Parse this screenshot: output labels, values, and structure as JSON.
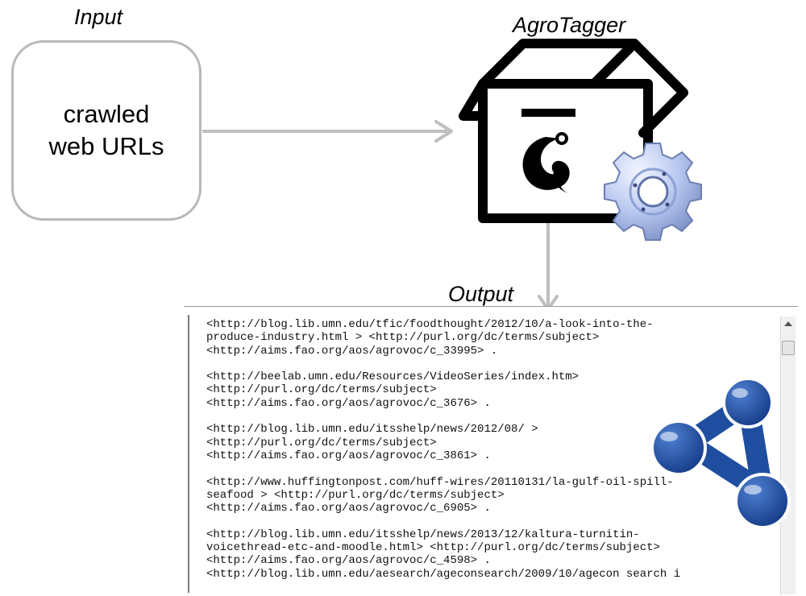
{
  "labels": {
    "input": "Input",
    "tool": "AgroTagger",
    "output": "Output"
  },
  "input_box": {
    "lines": [
      "crawled",
      "web URLs"
    ]
  },
  "icons": {
    "tool_box": "box-icon",
    "tool_emblem": "hook-emblem-icon",
    "tool_gear": "gear-icon",
    "output_format": "rdf-share-icon"
  },
  "output_text": [
    "<http://blog.lib.umn.edu/tfic/foodthought/2012/10/a-look-into-the-",
    "produce-industry.html > <http://purl.org/dc/terms/subject>",
    "<http://aims.fao.org/aos/agrovoc/c_33995> .",
    "",
    "<http://beelab.umn.edu/Resources/VideoSeries/index.htm>",
    "<http://purl.org/dc/terms/subject>",
    "<http://aims.fao.org/aos/agrovoc/c_3676> .",
    "",
    "<http://blog.lib.umn.edu/itsshelp/news/2012/08/ >",
    "<http://purl.org/dc/terms/subject>",
    "<http://aims.fao.org/aos/agrovoc/c_3861> .",
    "",
    "<http://www.huffingtonpost.com/huff-wires/20110131/la-gulf-oil-spill-",
    "seafood > <http://purl.org/dc/terms/subject>",
    "<http://aims.fao.org/aos/agrovoc/c_6905> .",
    "",
    "<http://blog.lib.umn.edu/itsshelp/news/2013/12/kaltura-turnitin-",
    "voicethread-etc-and-moodle.html> <http://purl.org/dc/terms/subject>",
    "<http://aims.fao.org/aos/agrovoc/c_4598> .",
    "<http://blog.lib.umn.edu/aesearch/ageconsearch/2009/10/agecon search i"
  ],
  "colors": {
    "arrow": "#bfbfbf",
    "box_stroke": "#000000",
    "gear": "#a9b9e8",
    "rdf": "#1f4ea0"
  }
}
